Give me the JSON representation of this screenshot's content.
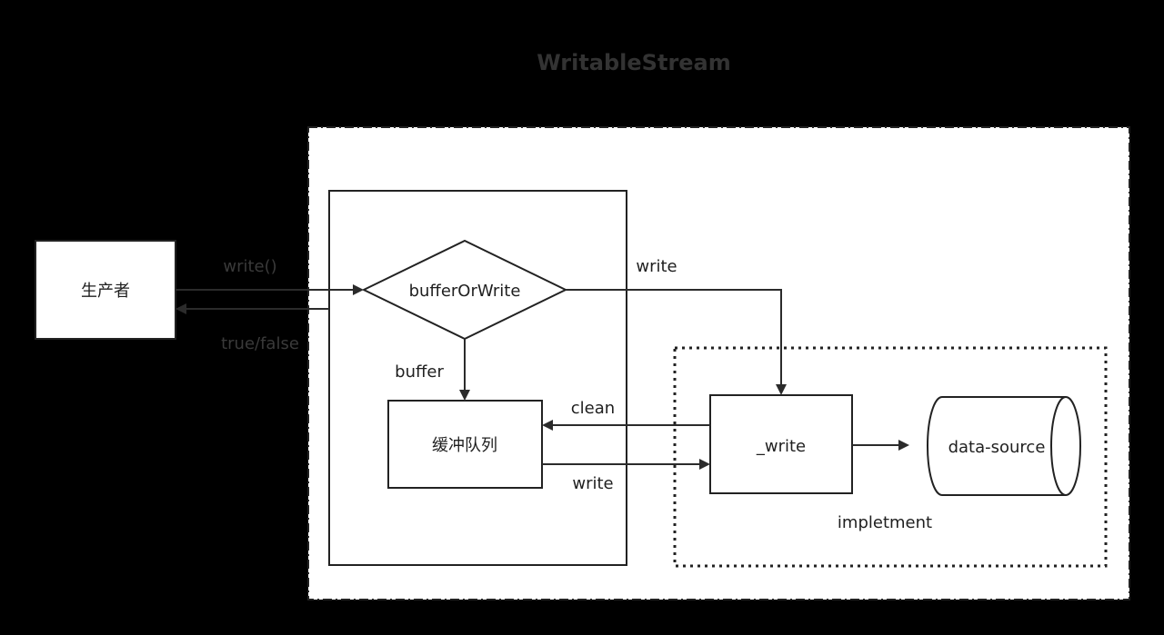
{
  "diagram": {
    "title": "WritableStream",
    "nodes": {
      "producer": "生产者",
      "decision": "bufferOrWrite",
      "queue": "缓冲队列",
      "write_impl": "_write",
      "data_source": "data-source"
    },
    "edges": {
      "producer_to_decision": "write()",
      "decision_to_producer": "true/false",
      "decision_to_queue": "buffer",
      "decision_to_write_impl": "write",
      "write_impl_to_queue": "clean",
      "queue_to_write_impl": "write"
    },
    "groups": {
      "implement": "impletment"
    }
  }
}
